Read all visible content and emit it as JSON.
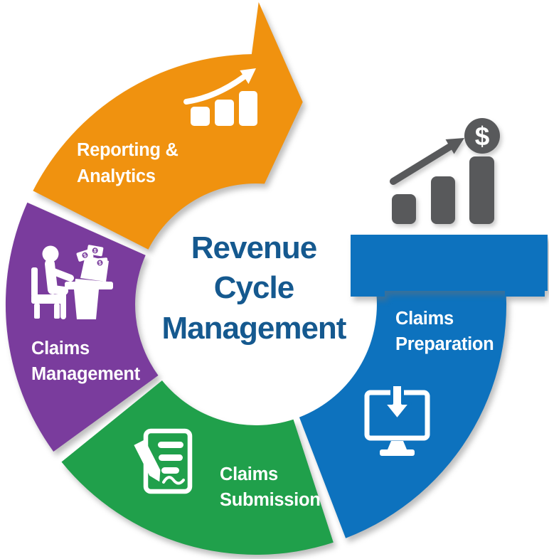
{
  "diagram": {
    "center_title": {
      "lines": [
        "Revenue",
        "Cycle",
        "Management"
      ],
      "color": "#15598F"
    },
    "label_color": "#FFFFFF",
    "segments": [
      {
        "name": "Reporting & Analytics",
        "label_lines": [
          "Reporting &",
          "Analytics"
        ],
        "color": "#F0920F",
        "icon": "bar-chart-growth-icon"
      },
      {
        "name": "Claims Management",
        "label_lines": [
          "Claims",
          "Management"
        ],
        "color": "#7A3C9D",
        "icon": "person-at-desk-money-icon"
      },
      {
        "name": "Claims Submission",
        "label_lines": [
          "Claims",
          "Submission"
        ],
        "color": "#20A04B",
        "icon": "document-pencil-icon"
      },
      {
        "name": "Claims Preparation",
        "label_lines": [
          "Claims",
          "Preparation"
        ],
        "color": "#0D72BE",
        "icon": "monitor-download-icon"
      }
    ],
    "growth_icon": {
      "dollar_sign": "$",
      "color": "#58595B"
    }
  }
}
